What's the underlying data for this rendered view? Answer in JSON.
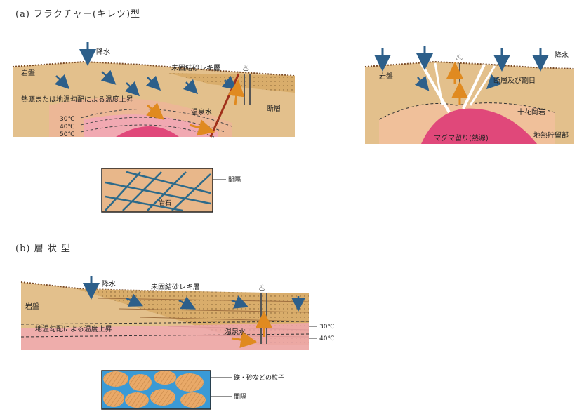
{
  "section_a": {
    "heading": "(a) フラクチャー(キレツ)型",
    "left_diagram": {
      "rain": "降水",
      "bedrock": "岩盤",
      "unconsolidated_layer": "未固結砂レキ層",
      "heat_source": "熱源または地温勾配による温度上昇",
      "hot_spring_water": "温泉水",
      "fault": "断層",
      "temps": [
        "30℃",
        "40℃",
        "50℃"
      ]
    },
    "right_diagram": {
      "rain": "降水",
      "bedrock": "岩盤",
      "fault_and_fracture": "断層及び割目",
      "granite": "十花岡岩",
      "magma": "マグマ留り(熱源)",
      "geothermal_reservoir": "地熱貯留部"
    },
    "inset": {
      "rock": "岩石",
      "gap": "間隔"
    }
  },
  "section_b": {
    "heading": "(b) 層 状 型",
    "diagram": {
      "rain": "降水",
      "bedrock": "岩盤",
      "unconsolidated_layer": "未固結砂レキ層",
      "heat_gradient": "地温勾配による温度上昇",
      "hot_spring_water": "温泉水",
      "temps": [
        "30℃",
        "40℃"
      ]
    },
    "inset": {
      "particles": "礫・砂などの粒子",
      "gap": "間隔"
    }
  },
  "colors": {
    "bedrock": "#e3c08c",
    "sand_layer": "#d9ad6b",
    "heat_pink": "#f2a7b5",
    "magma": "#e0487a",
    "water_arrow": "#2d5f8a",
    "hot_arrow": "#e08a20"
  }
}
